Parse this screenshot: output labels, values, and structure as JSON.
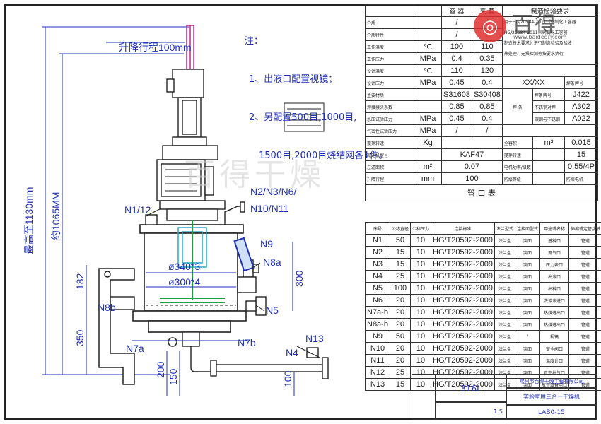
{
  "notes": {
    "title": "注：",
    "line1": "1、出液口配置视镜；",
    "line2": "2、另配置500目,1000目,",
    "line3": "1500目,2000目烧结网各1件。"
  },
  "dimensions": {
    "stroke": "升降行程100mm",
    "total_height": "最高至1130mm",
    "low_height": "约1065MM",
    "d182": "182",
    "d350": "350",
    "d200": "200",
    "d150": "150",
    "d100": "100",
    "d300": "300",
    "dia340": "ø340*3",
    "dia300": "ø300*4"
  },
  "callouts": {
    "n1_12": "N1/12",
    "n2_group": "N2/N3/N6/",
    "n10_group": "N10/N11",
    "n9": "N9",
    "n8a": "N8a",
    "n8b": "N8b",
    "n5": "N5",
    "n7a": "N7a",
    "n7b": "N7b",
    "n4": "N4",
    "n13": "N13"
  },
  "logo": {
    "name": "百得",
    "url": "www.baidedry.com",
    "watermark": "百得干燥"
  },
  "spec_table": {
    "header": [
      "",
      "容 器",
      "夹 套",
      "制造检验要求"
    ],
    "rows": [
      {
        "label": "介质",
        "unit": "",
        "a": "/",
        "b": "/"
      },
      {
        "label": "介质特性",
        "unit": "",
        "a": "/",
        "b": "/"
      },
      {
        "label": "工作温度",
        "unit": "℃",
        "a": "100",
        "b": "110"
      },
      {
        "label": "工作压力",
        "unit": "MPa",
        "a": "0.4",
        "b": "0.35"
      },
      {
        "label": "设计温度",
        "unit": "℃",
        "a": "110",
        "b": "120"
      },
      {
        "label": "设计压力",
        "unit": "MPa",
        "a": "0.45",
        "b": "0.4"
      },
      {
        "label": "主要材质",
        "unit": "",
        "a": "S31603",
        "b": "S30408"
      },
      {
        "label": "焊接接头系数",
        "unit": "",
        "a": "0.85",
        "b": "0.85"
      },
      {
        "label": "水压试验压力",
        "unit": "MPa",
        "a": "0.45",
        "b": "0.4"
      },
      {
        "label": "气密性试验压力",
        "unit": "MPa",
        "a": "/",
        "b": "/"
      }
    ],
    "requirements": [
      "用于HG/20584-2011《钢制化工容器",
      "HG/20584-2011《钢制化工容器",
      "制造技术要求》进行制造检验及验收",
      "热处理、无损检测等按要求执行"
    ],
    "mid_label": "XX/XX",
    "mid_unit": "焊条牌号",
    "weld": [
      {
        "label": "焊条牌号",
        "value": "J422"
      },
      {
        "label": "不锈钢对焊",
        "value": "A302"
      },
      {
        "label": "碳钢与不锈钢",
        "value": "A022"
      }
    ],
    "weld_side_label": "焊 条",
    "lower": [
      {
        "label": "搅拌转速",
        "unit": "Kg",
        "mid": "",
        "label2": "全容积",
        "unit2": "m³",
        "value2": "0.015"
      },
      {
        "label": "减速机型号",
        "unit": "",
        "mid": "KAF47",
        "label2": "搅拌转速",
        "unit2": "",
        "value2": "15"
      },
      {
        "label": "过滤面积",
        "unit": "m²",
        "mid": "0.07",
        "label2": "电机功率/级数",
        "unit2": "",
        "value2": "0.55/4P"
      },
      {
        "label": "升降行程",
        "unit": "mm",
        "mid": "100",
        "label2": "防爆等级",
        "unit2": "",
        "value2": "防爆电机"
      }
    ],
    "nozzle_title": "管    口    表"
  },
  "nozzle_table": {
    "headers": [
      "序号",
      "公称直径",
      "公称压力",
      "连接标准",
      "法兰型式",
      "连接面型式",
      "用途或名称",
      "伸缩或定管接触"
    ],
    "rows": [
      [
        "N1",
        "50",
        "10",
        "HG/T20592-2009",
        "法兰盘",
        "突面",
        "进料口",
        "管道"
      ],
      [
        "N2",
        "15",
        "10",
        "HG/T20592-2009",
        "法兰盘",
        "突面",
        "氮气口",
        "管道"
      ],
      [
        "N3",
        "15",
        "10",
        "HG/T20592-2009",
        "法兰盘",
        "突面",
        "压力表口",
        "管道"
      ],
      [
        "N4",
        "25",
        "10",
        "HG/T20592-2009",
        "法兰盘",
        "突面",
        "出液口",
        "管道"
      ],
      [
        "N5",
        "100",
        "10",
        "HG/T20592-2009",
        "法兰盘",
        "突面",
        "出料口",
        "管道"
      ],
      [
        "N6",
        "20",
        "10",
        "HG/T20592-2009",
        "法兰盘",
        "突面",
        "洗涤液进口",
        "管道"
      ],
      [
        "N7a-b",
        "20",
        "10",
        "HG/T20592-2009",
        "法兰盘",
        "突面",
        "热媒进出口",
        "管道"
      ],
      [
        "N8a-b",
        "20",
        "10",
        "HG/T20592-2009",
        "法兰盘",
        "突面",
        "热媒进出口",
        "管道"
      ],
      [
        "N9",
        "50",
        "10",
        "HG/T20592-2009",
        "法兰盘",
        "/",
        "视镜",
        "管道"
      ],
      [
        "N10",
        "20",
        "10",
        "HG/T20592-2009",
        "法兰盘",
        "突面",
        "安全阀口",
        "管道"
      ],
      [
        "N11",
        "20",
        "10",
        "HG/T20592-2009",
        "法兰盘",
        "突面",
        "温度计口",
        "管道"
      ],
      [
        "N12",
        "25",
        "10",
        "HG/T20592-2009",
        "法兰盘",
        "突面",
        "真空抽气口",
        "管道"
      ],
      [
        "N13",
        "15",
        "10",
        "HG/T20592-2009",
        "法兰盘",
        "突面",
        "放空或备用口",
        "管道"
      ]
    ]
  },
  "title_block": {
    "material": "316L",
    "company": "常州市百得干燥工程有限公司",
    "drawing_name": "实验室用三合一干燥机",
    "code": "LAB0-15",
    "scale": "1:5"
  },
  "colors": {
    "line": "#222222",
    "dimension": "#1e2fb8",
    "highlight": "#c0258e",
    "green": "#1b9e3e",
    "cyan": "#2aa7c8",
    "brand": "#e03030"
  }
}
